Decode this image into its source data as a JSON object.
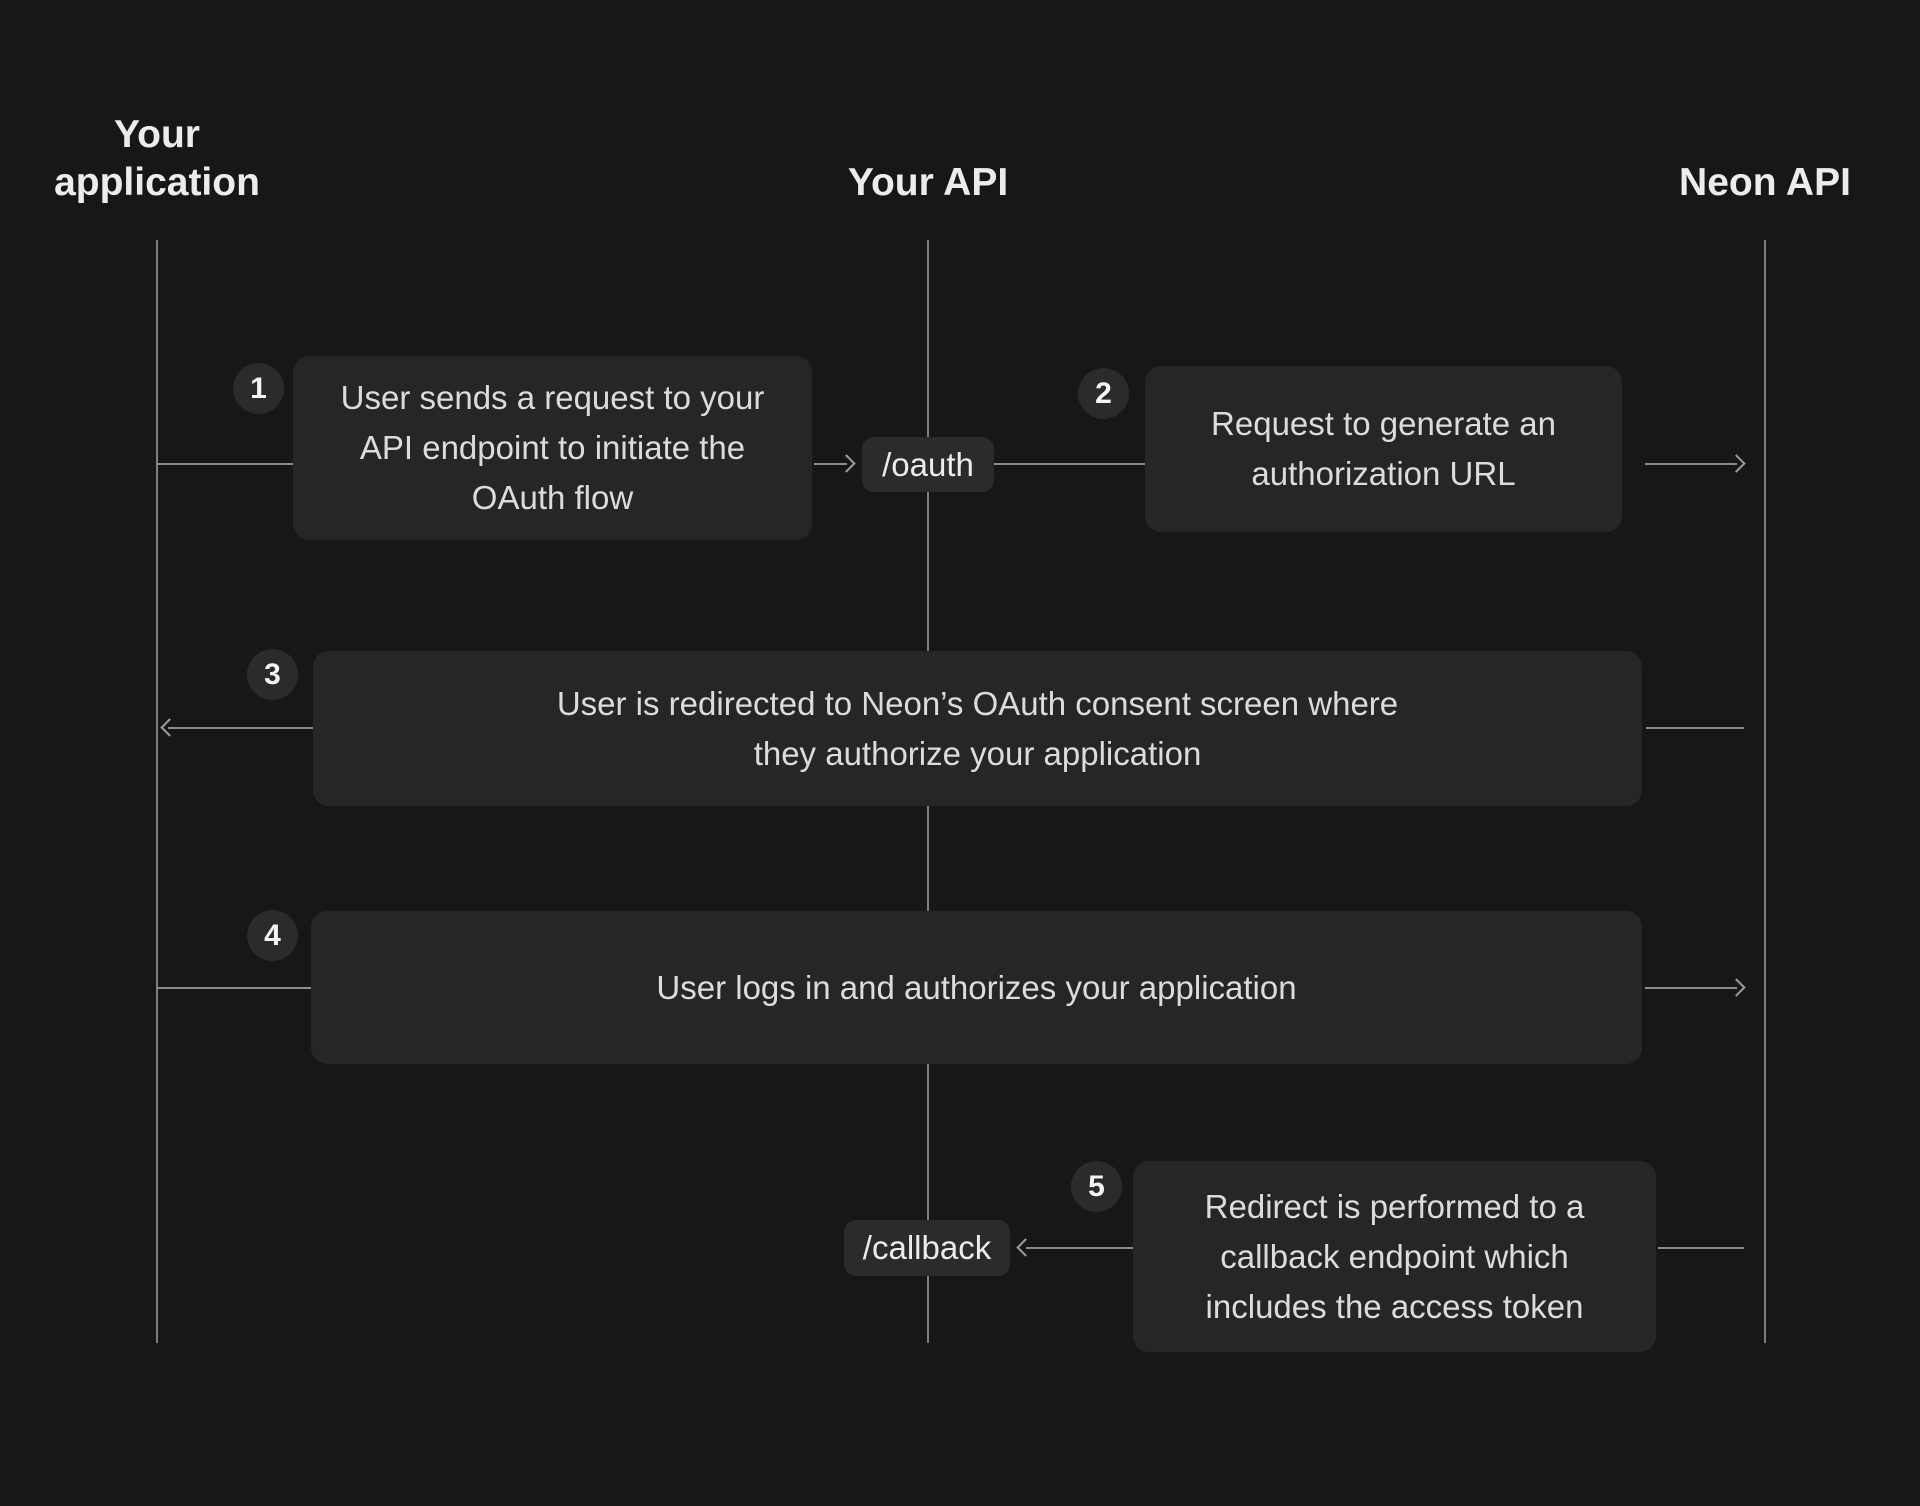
{
  "diagram": {
    "actors": [
      {
        "id": "your-application",
        "label": "Your application"
      },
      {
        "id": "your-api",
        "label": "Your API"
      },
      {
        "id": "neon-api",
        "label": "Neon API"
      }
    ],
    "endpoints": [
      {
        "label": "/oauth"
      },
      {
        "label": "/callback"
      }
    ],
    "steps": [
      {
        "num": "1",
        "lines": [
          "User sends a request to your",
          "API endpoint to initiate the",
          "OAuth flow"
        ],
        "from": "your-application",
        "to": "your-api"
      },
      {
        "num": "2",
        "lines": [
          "Request to generate an",
          "authorization URL"
        ],
        "from": "your-api",
        "to": "neon-api"
      },
      {
        "num": "3",
        "lines": [
          "User is redirected to Neon’s OAuth consent screen where",
          "they authorize your application"
        ],
        "from": "your-api",
        "to": "your-application"
      },
      {
        "num": "4",
        "lines": [
          "User logs in and authorizes your application"
        ],
        "from": "your-application",
        "to": "neon-api"
      },
      {
        "num": "5",
        "lines": [
          "Redirect is performed to a",
          "callback endpoint which",
          "includes the access token"
        ],
        "from": "neon-api",
        "to": "your-api"
      }
    ],
    "colors": {
      "background": "#171717",
      "box": "#262626",
      "chip": "#2b2b2b",
      "badge": "#2b2b2b",
      "lifeline": "#7e7e7e",
      "arrow": "#9c9c9c",
      "text": "#dcdcdc",
      "heading": "#ececec"
    }
  }
}
